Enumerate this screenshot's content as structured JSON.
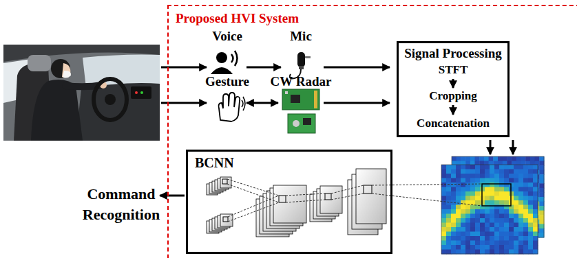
{
  "diagram": {
    "nodes": [
      {
        "text": [
          "Proposed HVI System"
        ]
      },
      {
        "text": [
          "Signal Processing",
          "STFT",
          "Cropping",
          "Concatenation"
        ],
        "in": 0
      },
      {
        "text": [
          "BCNN"
        ],
        "in": 0
      }
    ],
    "labels": [
      "Voice",
      "Mic",
      "Gesture",
      "CW Radar",
      "Command Recognition"
    ]
  }
}
